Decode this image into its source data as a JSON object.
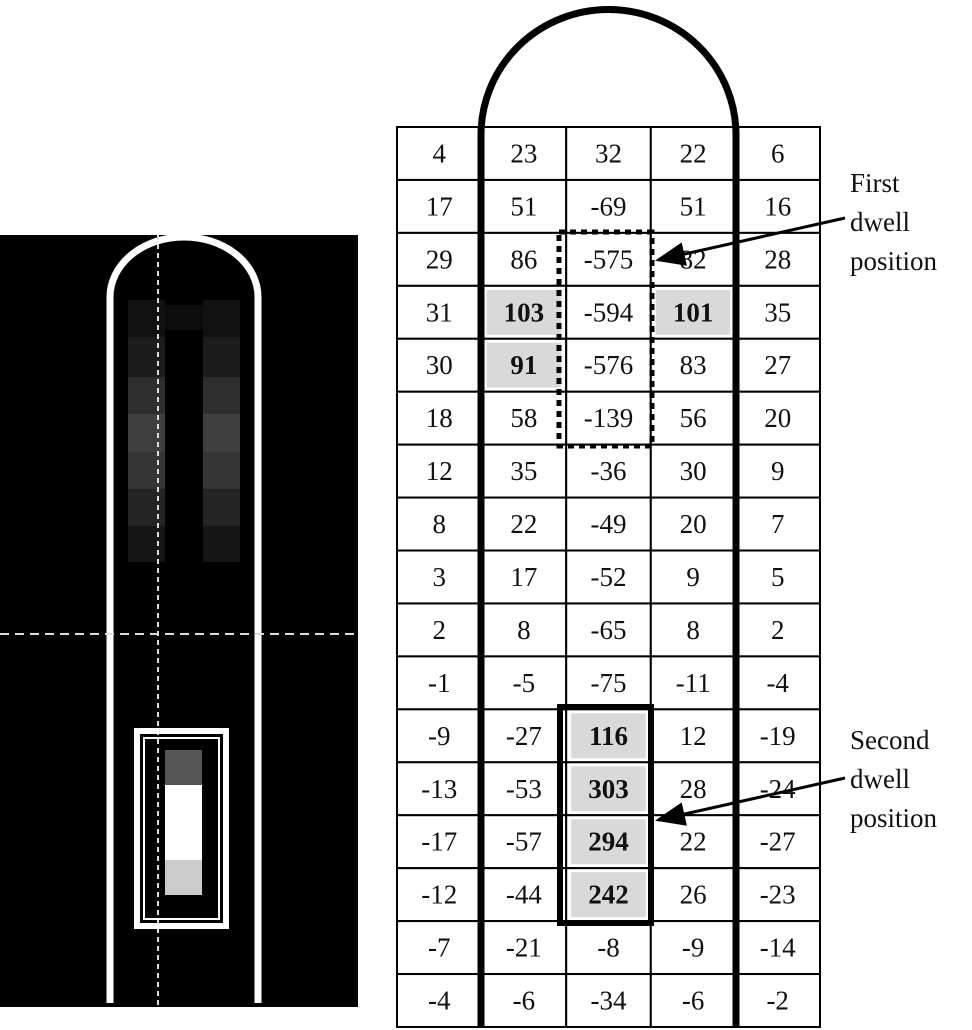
{
  "grid": {
    "rows": [
      [
        4,
        23,
        32,
        22,
        6
      ],
      [
        17,
        51,
        -69,
        51,
        16
      ],
      [
        29,
        86,
        -575,
        82,
        28
      ],
      [
        31,
        103,
        -594,
        101,
        35
      ],
      [
        30,
        91,
        -576,
        83,
        27
      ],
      [
        18,
        58,
        -139,
        56,
        20
      ],
      [
        12,
        35,
        -36,
        30,
        9
      ],
      [
        8,
        22,
        -49,
        20,
        7
      ],
      [
        3,
        17,
        -52,
        9,
        5
      ],
      [
        2,
        8,
        -65,
        8,
        2
      ],
      [
        -1,
        -5,
        -75,
        -11,
        -4
      ],
      [
        -9,
        -27,
        116,
        12,
        -19
      ],
      [
        -13,
        -53,
        303,
        28,
        -24
      ],
      [
        -17,
        -57,
        294,
        22,
        -27
      ],
      [
        -12,
        -44,
        242,
        26,
        -23
      ],
      [
        -7,
        -21,
        -8,
        -9,
        -14
      ],
      [
        -4,
        -6,
        -34,
        -6,
        -2
      ]
    ],
    "highlighted": [
      [
        3,
        1
      ],
      [
        3,
        3
      ],
      [
        4,
        1
      ],
      [
        11,
        2
      ],
      [
        12,
        2
      ],
      [
        13,
        2
      ],
      [
        14,
        2
      ]
    ],
    "highlight_color": "#d9d9d9"
  },
  "annotations": {
    "first": [
      "First",
      "dwell",
      "position"
    ],
    "second": [
      "Second",
      "dwell",
      "position"
    ]
  }
}
